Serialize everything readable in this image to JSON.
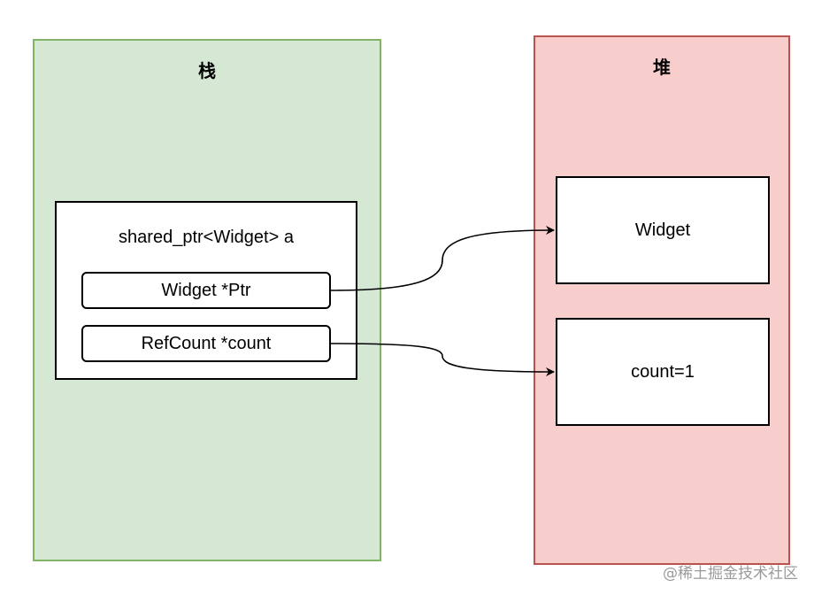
{
  "stack": {
    "title": "栈",
    "object": {
      "title": "shared_ptr<Widget> a",
      "fields": [
        {
          "label": "Widget *Ptr"
        },
        {
          "label": "RefCount *count"
        }
      ]
    }
  },
  "heap": {
    "title": "堆",
    "blocks": [
      {
        "label": "Widget"
      },
      {
        "label": "count=1"
      }
    ]
  },
  "watermark": "@稀土掘金技术社区",
  "colors": {
    "stack_fill": "#d5e8d4",
    "stack_border": "#82b366",
    "heap_fill": "#f8cecc",
    "heap_border": "#b85450"
  }
}
